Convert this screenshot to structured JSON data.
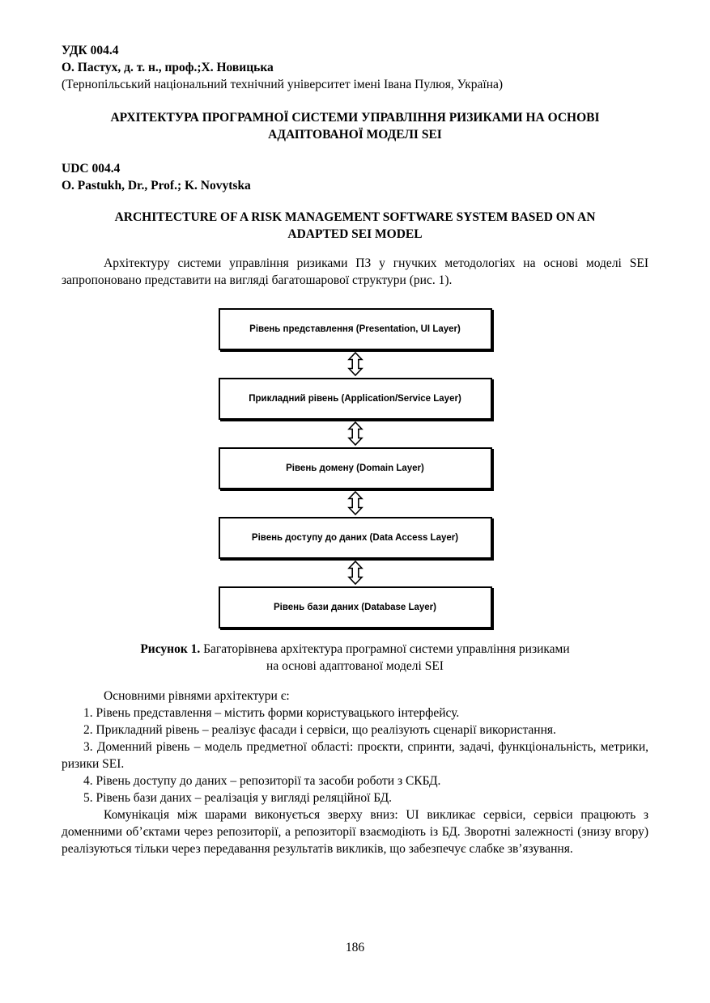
{
  "header": {
    "udc_ua": "УДК 004.4",
    "authors_ua": "О. Пастух, д. т. н., проф.;Х. Новицька",
    "affiliation_ua": "(Тернопільський національний технічний університет імені Івана Пулюя, Україна)",
    "title_ua": "АРХІТЕКТУРА ПРОГРАМНОЇ СИСТЕМИ УПРАВЛІННЯ РИЗИКАМИ НА ОСНОВІ АДАПТОВАНОЇ МОДЕЛІ SEI",
    "udc_en": "UDC 004.4",
    "authors_en": "O. Pastukh, Dr., Prof.; K. Novytska",
    "title_en": "ARCHITECTURE OF A RISK MANAGEMENT SOFTWARE SYSTEM BASED ON AN ADAPTED SEI MODEL"
  },
  "intro": {
    "paragraph": "Архітектуру системи управління ризиками ПЗ у гнучких методологіях на основі моделі SEI запропоновано представити на вигляді багатошарової структури (рис. 1)."
  },
  "diagram": {
    "layers": [
      "Рівень представлення (Presentation, UI Layer)",
      "Прикладний рівень (Application/Service Layer)",
      "Рівень домену (Domain Layer)",
      "Рівень доступу до даних (Data Access Layer)",
      "Рівень бази даних (Database Layer)"
    ],
    "caption_label": "Рисунок 1.",
    "caption_text": "Багаторівнева архітектура програмної системи управління ризиками",
    "caption_text2": "на основі адаптованої моделі SEI"
  },
  "body": {
    "list_intro": "Основними рівнями архітектури є:",
    "list": [
      "1. Рівень представлення – містить форми користувацького інтерфейсу.",
      "2. Прикладний рівень – реалізує фасади і сервіси, що реалізують сценарії використання.",
      "3. Доменний рівень – модель предметної області: проєкти, спринти, задачі, функціональність, метрики, ризики SEI.",
      "4. Рівень доступу до даних – репозиторії та засоби роботи з СКБД.",
      "5. Рівень бази даних – реалізація у вигляді реляційної БД."
    ],
    "closing_paragraph": "Комунікація між шарами виконується зверху вниз: UI викликає сервіси, сервіси працюють з доменними об’єктами через репозиторії, а репозиторії взаємодіють із БД. Зворотні залежності (знизу вгору) реалізуються тільки через передавання результатів викликів, що забезпечує слабке зв’язування."
  },
  "page": {
    "number": "186"
  }
}
